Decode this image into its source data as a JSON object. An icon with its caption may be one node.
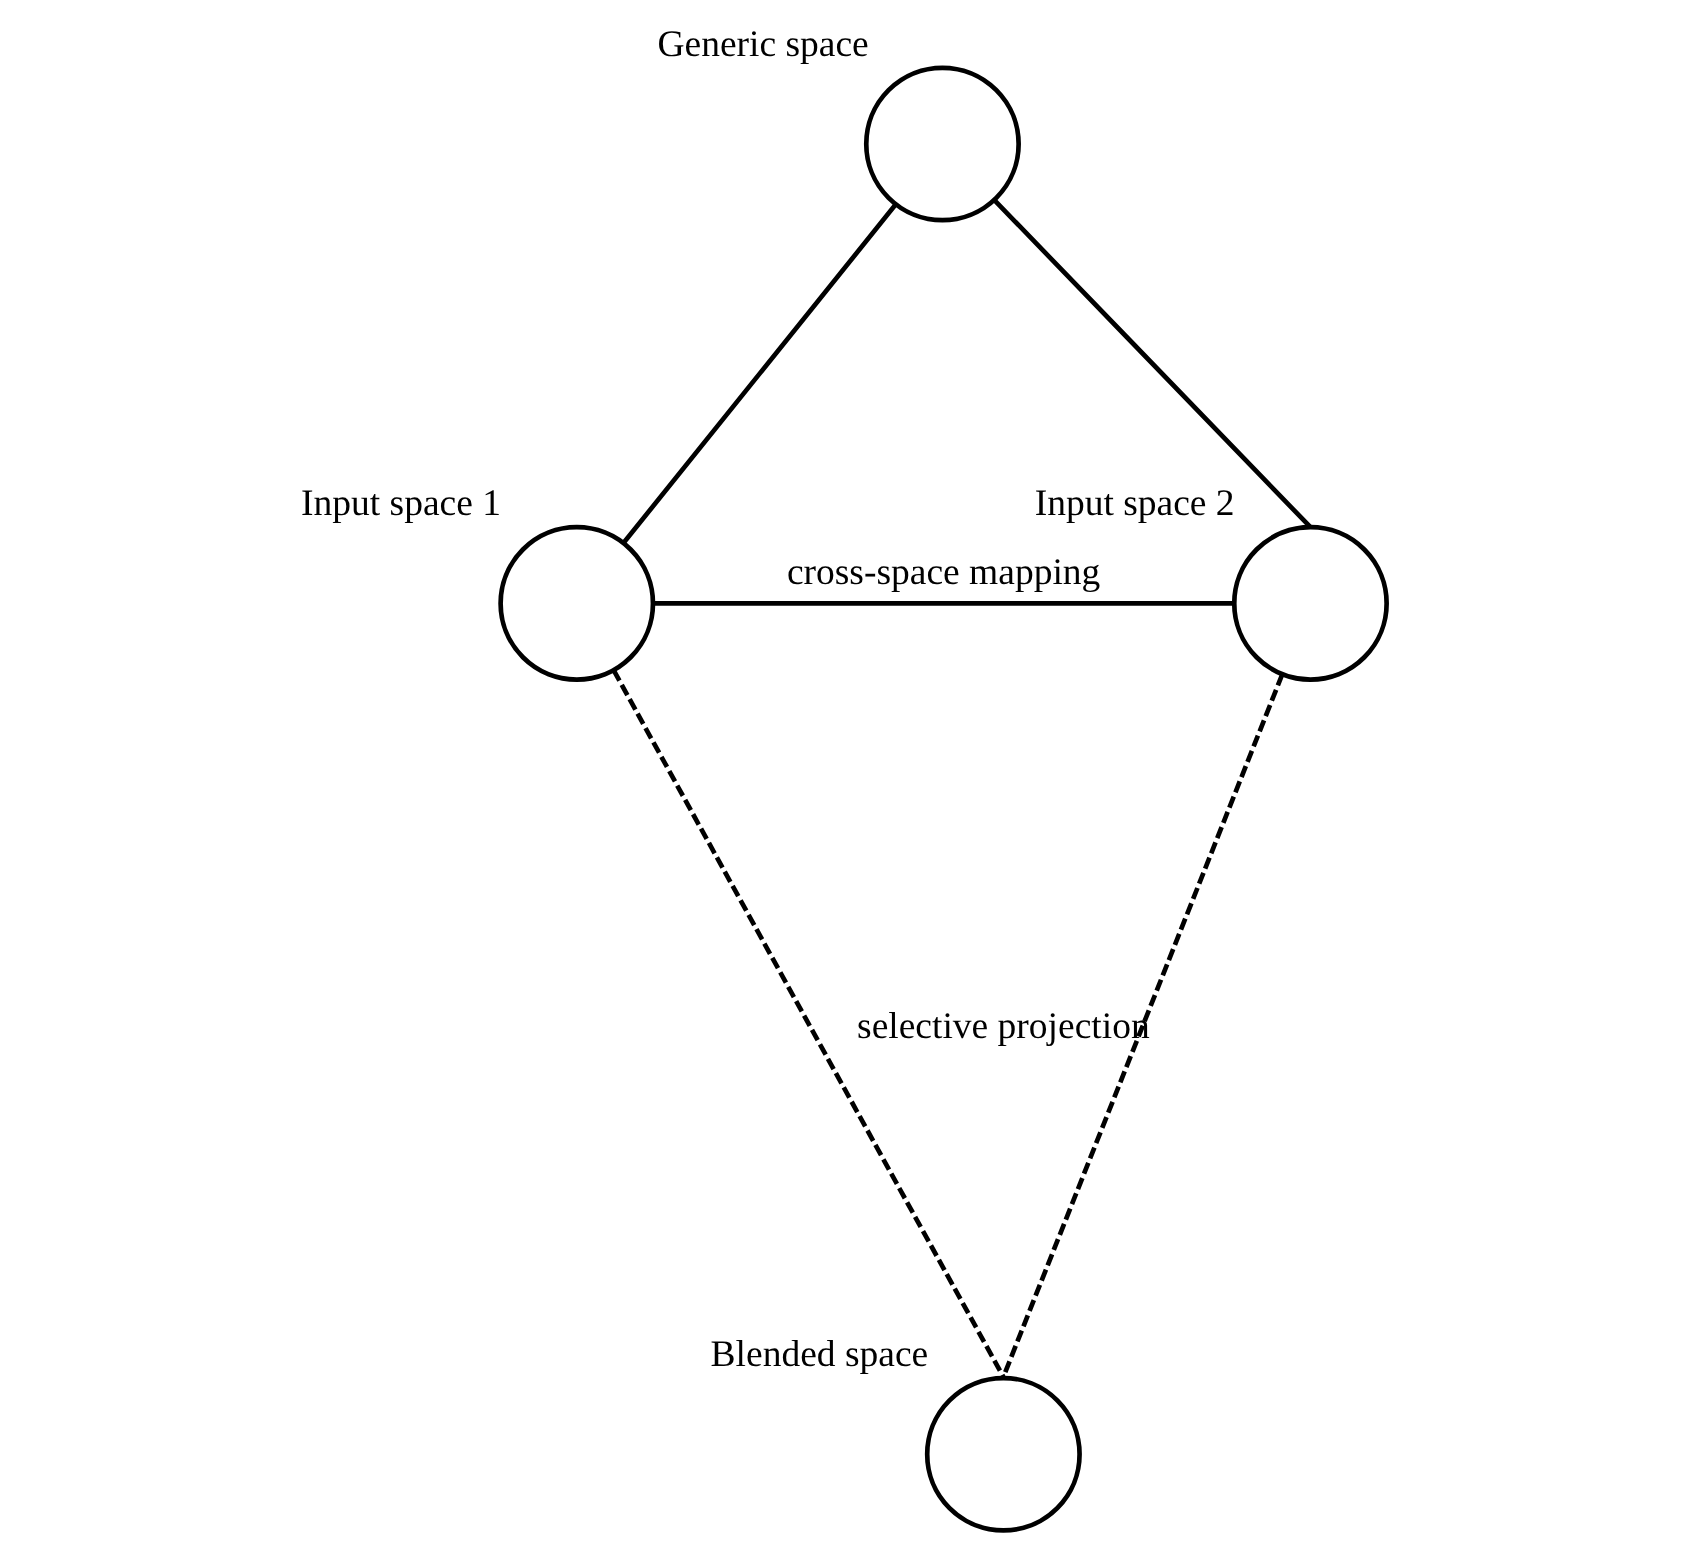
{
  "diagram": {
    "nodes": [
      {
        "text": [
          "Generic space"
        ]
      },
      {
        "text": [
          "Input space 1"
        ]
      },
      {
        "text": [
          "Input space 2"
        ]
      },
      {
        "text": [
          "Blended space"
        ]
      }
    ],
    "edges": [
      {
        "from": 0,
        "to": 1,
        "arrow": "none"
      },
      {
        "from": 0,
        "to": 2,
        "arrow": "none"
      },
      {
        "from": 1,
        "to": 2,
        "arrow": "none",
        "label": "cross-space mapping"
      },
      {
        "from": 1,
        "to": 3,
        "arrow": "none",
        "style": "dashed"
      },
      {
        "from": 2,
        "to": 3,
        "arrow": "none",
        "style": "dashed"
      }
    ],
    "labels": [
      "selective projection"
    ]
  }
}
